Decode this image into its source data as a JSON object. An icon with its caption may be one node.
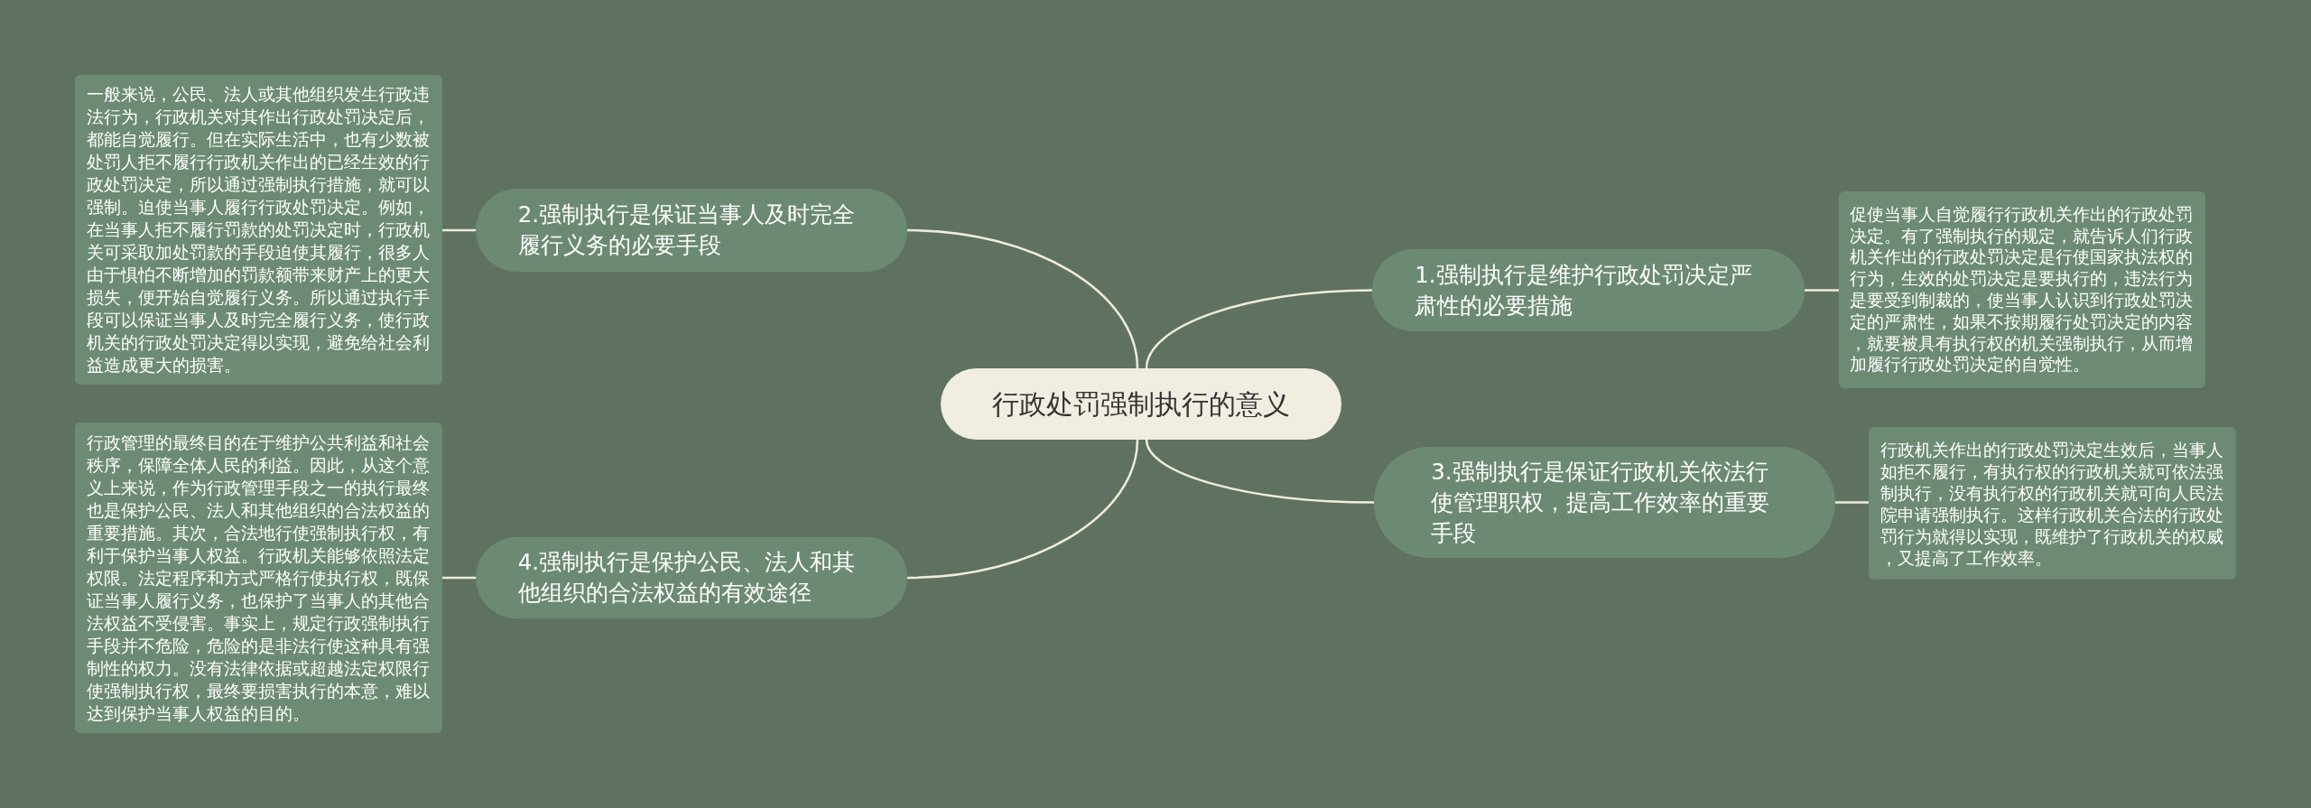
{
  "diagram": {
    "nodes": [
      {
        "text": [
          "行政处罚强制执行的意义"
        ]
      },
      {
        "text": [
          "1.强制执行是维护行政处罚决定严肃性的必要措施"
        ]
      },
      {
        "text": [
          "促使当事人自觉履行行政机关作出的行政处罚决定。有了强制执行的规定，就告诉人们行政机关作出的行政处罚决定是行使国家执法权的行为，生效的处罚决定是要执行的，违法行为是要受到制裁的，使当事人认识到行政处罚决定的严肃性，如果不按期履行处罚决定的内容，就要被具有执行权的机关强制执行，从而增加履行行政处罚决定的自觉性。"
        ]
      },
      {
        "text": [
          "2.强制执行是保证当事人及时完全履行义务的必要手段"
        ]
      },
      {
        "text": [
          "一般来说，公民、法人或其他组织发生行政违法行为，行政机关对其作出行政处罚决定后，都能自觉履行。但在实际生活中，也有少数被处罚人拒不履行行政机关作出的已经生效的行政处罚决定，所以通过强制执行措施，就可以强制。迫使当事人履行行政处罚决定。例如，在当事人拒不履行罚款的处罚决定时，行政机关可采取加处罚款的手段迫使其履行，很多人由于惧怕不断增加的罚款额带来财产上的更大损失，便开始自觉履行义务。所以通过执行手段可以保证当事人及时完全履行义务，使行政机关的行政处罚决定得以实现，避免给社会利益造成更大的损害。"
        ]
      },
      {
        "text": [
          "3.强制执行是保证行政机关依法行使管理职权，提高工作效率的重要手段"
        ]
      },
      {
        "text": [
          "行政机关作出的行政处罚决定生效后，当事人如拒不履行，有执行权的行政机关就可依法强制执行，没有执行权的行政机关就可向人民法院申请强制执行。这样行政机关合法的行政处罚行为就得以实现，既维护了行政机关的权威，又提高了工作效率。"
        ]
      },
      {
        "text": [
          "4.强制执行是保护公民、法人和其他组织的合法权益的有效途径"
        ]
      },
      {
        "text": [
          "行政管理的最终目的在于维护公共利益和社会秩序，保障全体人民的利益。因此，从这个意义上来说，作为行政管理手段之一的执行最终也是保护公民、法人和其他组织的合法权益的重要措施。其次，合法地行使强制执行权，有利于保护当事人权益。行政机关能够依照法定权限。法定程序和方式严格行使执行权，既保证当事人履行义务，也保护了当事人的其他合法权益不受侵害。事实上，规定行政强制执行手段并不危险，危险的是非法行使这种具有强制性的权力。没有法律依据或超越法定权限行使强制执行权，最终要损害执行的本意，难以达到保护当事人权益的目的。"
        ]
      }
    ],
    "edges": [
      {
        "from": 0,
        "to": 1,
        "arrow": "none"
      },
      {
        "from": 1,
        "to": 2,
        "arrow": "none"
      },
      {
        "from": 0,
        "to": 3,
        "arrow": "none"
      },
      {
        "from": 3,
        "to": 4,
        "arrow": "none"
      },
      {
        "from": 0,
        "to": 5,
        "arrow": "none"
      },
      {
        "from": 5,
        "to": 6,
        "arrow": "none"
      },
      {
        "from": 0,
        "to": 7,
        "arrow": "none"
      },
      {
        "from": 7,
        "to": 8,
        "arrow": "none"
      }
    ]
  }
}
